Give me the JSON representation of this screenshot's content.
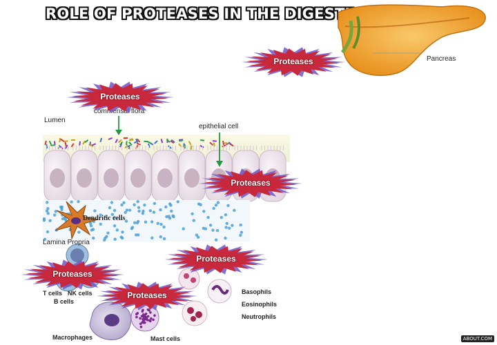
{
  "title": "ROLE OF PROTEASES IN THE DIGESTIVE SYSTEM",
  "labels": {
    "pancreas": "Pancreas",
    "lumen": "Lumen",
    "commensal_flora": "commensal flora",
    "epithelial_cell": "epithelial cell",
    "dendritic_cells": "Dendritic cells",
    "lamina_propria": "Lamina Propria",
    "t_cells": "T cells",
    "nk_cells": "NK cells",
    "b_cells": "B cells",
    "basophils": "Basophils",
    "eosinophils": "Eosinophils",
    "neutrophils": "Neutrophils",
    "macrophages": "Macrophages",
    "mast_cells": "Mast cells"
  },
  "bursts": {
    "pancreas": "Proteases",
    "flora": "Proteases",
    "epithelial": "Proteases",
    "left": "Proteases",
    "center": "Proteases",
    "lower": "Proteases"
  },
  "watermark": "ABOUT.COM",
  "colors": {
    "burst_fill": "#c8283c",
    "burst_edge": "#6f56c8",
    "arrow": "#1f9a3c",
    "epithelium": "#efe7ee",
    "nucleus": "#c7b3c2",
    "dots": "#4ba0d8",
    "pancreas": "#f3a42e"
  }
}
